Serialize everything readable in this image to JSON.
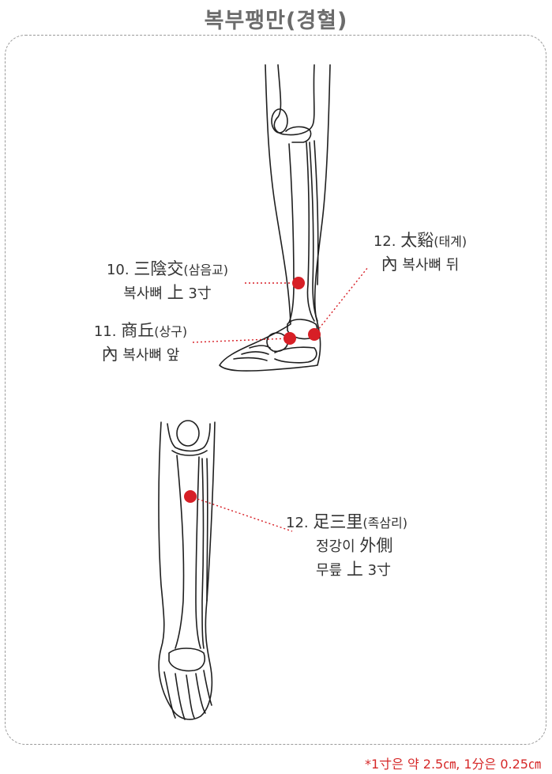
{
  "title": "복부팽만(경혈)",
  "points": [
    {
      "number": "10.",
      "name": "三陰交",
      "reading": "(삼음교)",
      "desc_korean": "복사뼈",
      "desc_hanja": "上",
      "desc_measure": "3寸"
    },
    {
      "number": "11.",
      "name": "商丘",
      "reading": "(상구)",
      "desc_prefix": "內",
      "desc_korean": "복사뼈 앞"
    },
    {
      "number": "12.",
      "name": "太谿",
      "reading": "(태계)",
      "desc_prefix": "內",
      "desc_korean": "복사뼈 뒤"
    },
    {
      "number": "12.",
      "name": "足三里",
      "reading": "(족삼리)",
      "line1_korean": "정강이",
      "line1_hanja": "外側",
      "line2_korean": "무릎",
      "line2_hanja": "上",
      "line2_measure": "3寸"
    }
  ],
  "note": "*1寸은 약 2.5㎝, 1分은 0.25㎝",
  "colors": {
    "point": "#d71f26",
    "line": "#1f1f1f",
    "title": "#6b6b6b",
    "note": "#d62828"
  }
}
